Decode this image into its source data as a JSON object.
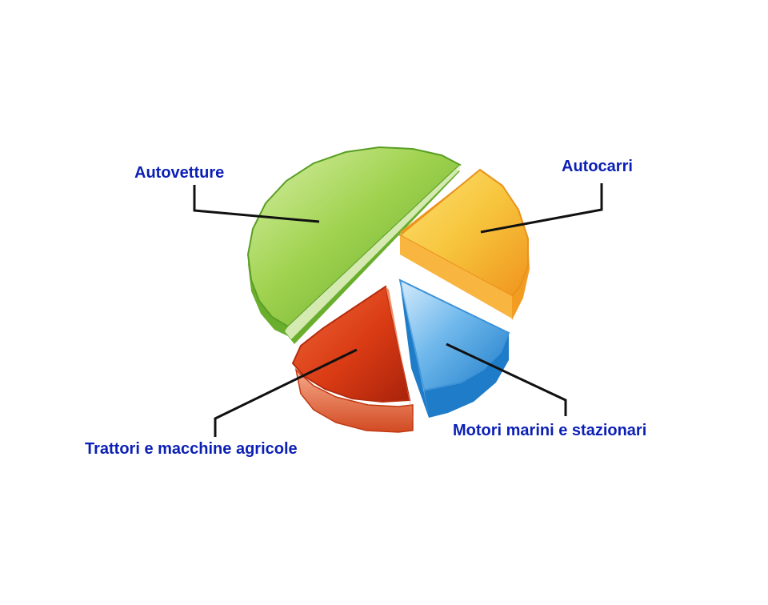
{
  "chart_data": {
    "type": "pie",
    "style": "3d-exploded",
    "categories": [
      "Autovetture",
      "Autocarri",
      "Motori marini e stazionari",
      "Trattori e macchine agricole"
    ],
    "values": [
      50,
      20,
      12,
      18
    ],
    "value_unit": "percent (estimated)",
    "colors": [
      "#8ec63f",
      "#f5b935",
      "#4da3e0",
      "#e04a1c"
    ],
    "label_color": "#0b1fb5",
    "leader_line_color": "#111111",
    "legend": "none"
  }
}
